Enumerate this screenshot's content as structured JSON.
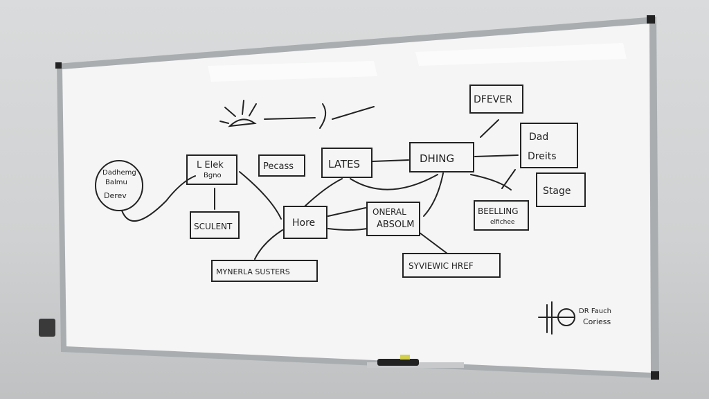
{
  "whiteboard": {
    "nodes": {
      "left_circle": [
        "Dadhemg",
        "Balmu",
        "Derev"
      ],
      "block1": [
        "L Elek",
        "Bgno"
      ],
      "pecass": "Pecass",
      "lates": "LATES",
      "dhing": "DHING",
      "defever": "DFEVER",
      "bad_dreits": [
        "Dad",
        "Dreits"
      ],
      "stage": "Stage",
      "scuent": "SCULENT",
      "hore": "Hore",
      "onera_absolm": [
        "ONERAL",
        "ABSOLM"
      ],
      "beelling": [
        "BEELLING",
        "elfichee"
      ],
      "mynerla": "MYNERLA SUSTERS",
      "syvienic": "SYVIEWIC HREF",
      "legend": [
        "DR Fauch",
        "Coriess"
      ]
    }
  },
  "colors": {
    "ink": "#222222",
    "board": "#f4f5f4",
    "frame": "#a9adb0"
  }
}
